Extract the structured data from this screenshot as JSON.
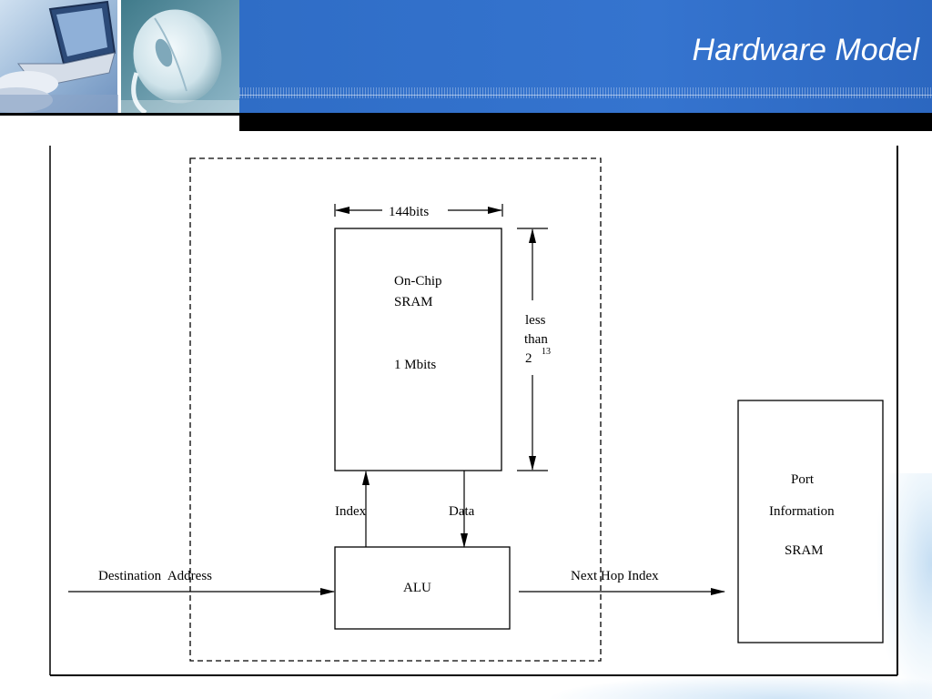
{
  "slide": {
    "title": "Hardware Model"
  },
  "diagram": {
    "width_label": "144bits",
    "sram_title_line1": "On-Chip",
    "sram_title_line2": "SRAM",
    "sram_size": "1 Mbits",
    "height_label_line1": "less",
    "height_label_line2": "than",
    "height_label_base": "2",
    "height_label_exp": "13",
    "index_label": "Index",
    "data_label": "Data",
    "alu_label": "ALU",
    "input_label": "Destination  Address",
    "output_label": "Next Hop Index",
    "port_line1": "Port",
    "port_line2": "Information",
    "port_line3": "SRAM"
  }
}
